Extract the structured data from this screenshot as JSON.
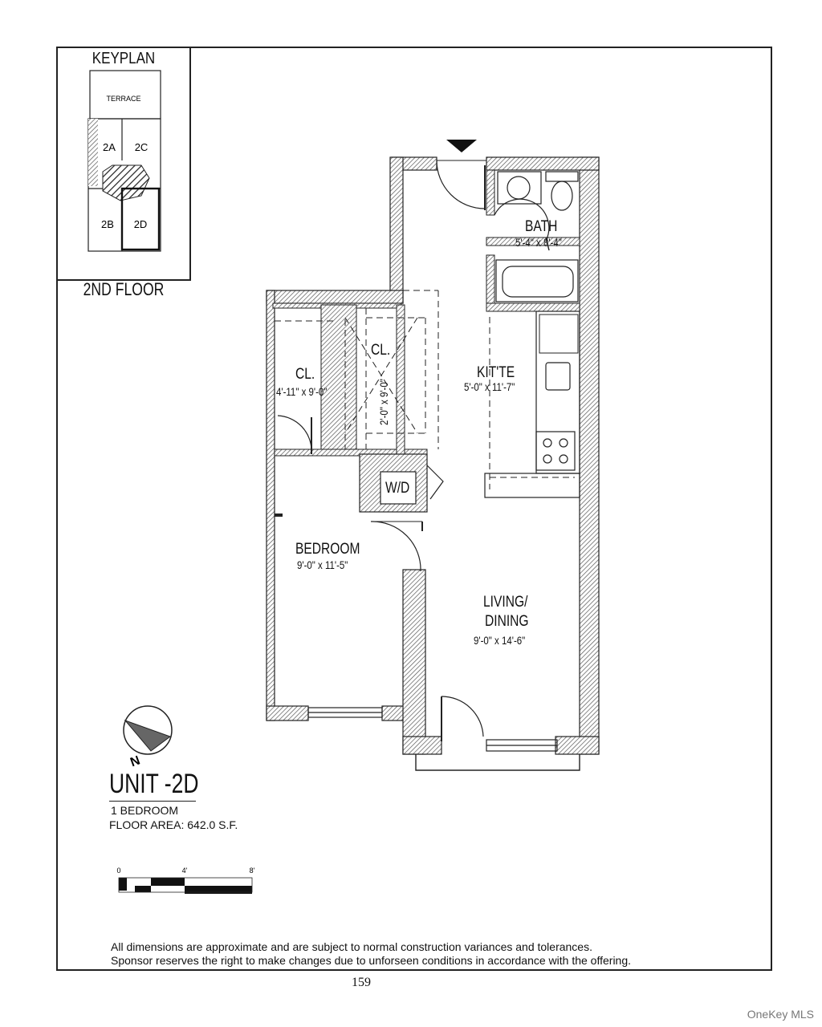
{
  "keyplan": {
    "title": "KEYPLAN",
    "terrace": "TERRACE",
    "units": [
      "2A",
      "2C",
      "2B",
      "2D"
    ],
    "floor": "2ND FLOOR"
  },
  "rooms": {
    "bath": {
      "name": "BATH",
      "dim": "5'-4\" x 8'-4\""
    },
    "closet_left": {
      "name": "CL.",
      "dim": "4'-11\" x 9'-0\""
    },
    "closet_mid": {
      "name": "CL.",
      "dim": "2'-0\" x 9'-0\""
    },
    "kitchenette": {
      "name": "KIT'TE",
      "dim": "5'-0\" x 11'-7\""
    },
    "washer_dryer": {
      "name": "W/D"
    },
    "bedroom": {
      "name": "BEDROOM",
      "dim": "9'-0\" x 11'-5\""
    },
    "living": {
      "name1": "LIVING/",
      "name2": "DINING",
      "dim": "9'-0\" x 14'-6\""
    }
  },
  "compass": {
    "label": "N"
  },
  "unit": {
    "title": "UNIT -2D",
    "type": "1 BEDROOM",
    "area": "FLOOR AREA: 642.0 S.F."
  },
  "scale": {
    "labels": [
      "0",
      "4'",
      "8'"
    ]
  },
  "disclaimer": {
    "line1": "All dimensions are approximate and are subject to normal construction variances and tolerances.",
    "line2": "Sponsor reserves the right to make changes due to unforseen conditions in accordance with the offering."
  },
  "page_number": "159",
  "watermark": "OneKey MLS"
}
